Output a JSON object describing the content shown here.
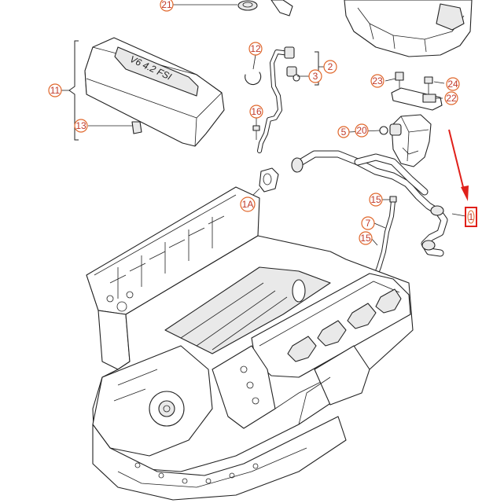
{
  "cover_text": "V6 4.2 FSI",
  "callouts": [
    {
      "id": "c21",
      "label": "21"
    },
    {
      "id": "c12",
      "label": "12"
    },
    {
      "id": "c2",
      "label": "2"
    },
    {
      "id": "c3",
      "label": "3"
    },
    {
      "id": "c11",
      "label": "11"
    },
    {
      "id": "c13",
      "label": "13"
    },
    {
      "id": "c16",
      "label": "16"
    },
    {
      "id": "c23",
      "label": "23"
    },
    {
      "id": "c24",
      "label": "24"
    },
    {
      "id": "c22",
      "label": "22"
    },
    {
      "id": "c5",
      "label": "5"
    },
    {
      "id": "c20",
      "label": "20"
    },
    {
      "id": "c1A",
      "label": "1A"
    },
    {
      "id": "c15a",
      "label": "15"
    },
    {
      "id": "c7",
      "label": "7"
    },
    {
      "id": "c15b",
      "label": "15"
    }
  ],
  "highlight": {
    "label": "1",
    "color": "#e0201a"
  }
}
